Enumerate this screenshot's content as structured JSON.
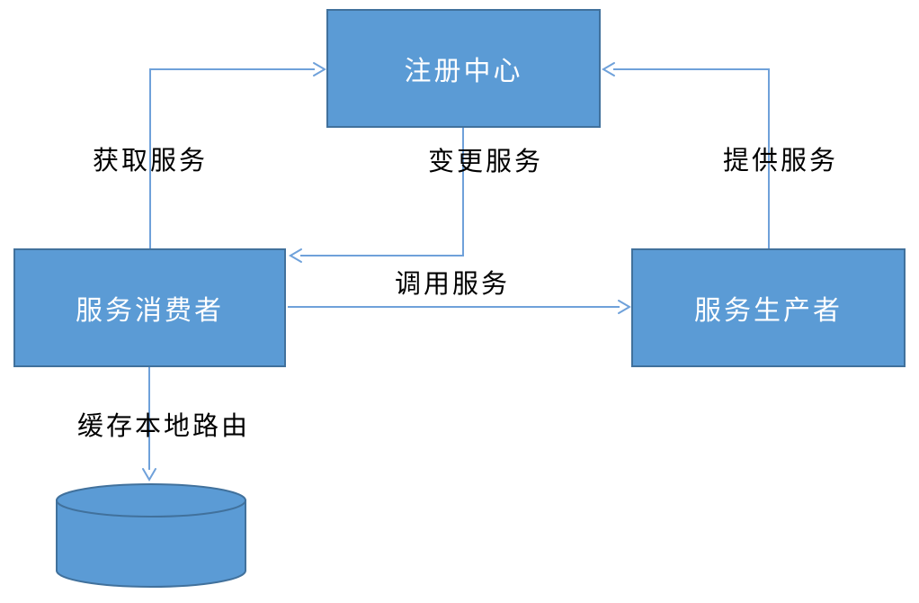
{
  "diagram": {
    "type": "flow-diagram",
    "nodes": {
      "registry": {
        "label": "注册中心",
        "shape": "rect"
      },
      "consumer": {
        "label": "服务消费者",
        "shape": "rect"
      },
      "producer": {
        "label": "服务生产者",
        "shape": "rect"
      },
      "route_cache": {
        "label": "",
        "shape": "cylinder"
      }
    },
    "edges": {
      "get_service": {
        "label": "获取服务",
        "from": "consumer",
        "to": "registry"
      },
      "change_service": {
        "label": "变更服务",
        "from": "registry",
        "to": "consumer"
      },
      "provide_service": {
        "label": "提供服务",
        "from": "producer",
        "to": "registry"
      },
      "invoke_service": {
        "label": "调用服务",
        "from": "consumer",
        "to": "producer"
      },
      "cache_local_route": {
        "label": "缓存本地路由",
        "from": "consumer",
        "to": "route_cache"
      }
    },
    "colors": {
      "background": "#ffffff",
      "node_fill": "#5b9bd5",
      "node_border": "#41719c",
      "connector": "#6fa1da",
      "node_text": "#ffffff",
      "edge_label_text": "#000000"
    }
  }
}
